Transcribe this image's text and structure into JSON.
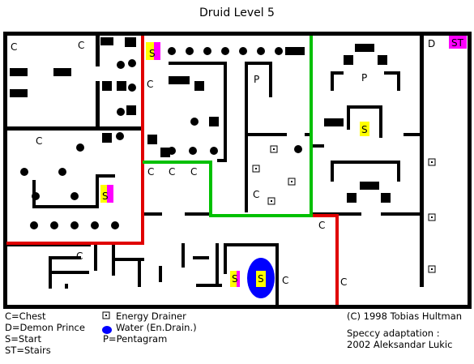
{
  "title": "Druid Level 5",
  "colors": {
    "wall": "#000000",
    "red_wall": "#e00000",
    "green_wall": "#00c000",
    "start_bg": "#ffff00",
    "stairs_bg": "#ff00ff",
    "water": "#0000ff"
  },
  "map_labels": {
    "chest": "C",
    "demon": "D",
    "start": "S",
    "stairs": "ST",
    "pentagram": "P"
  },
  "legend": {
    "left": [
      "C=Chest",
      "D=Demon Prince",
      "S=Start",
      "ST=Stairs"
    ],
    "middle": [
      "Energy Drainer",
      "Water (En.Drain.)",
      "P=Pentagram"
    ],
    "credits": [
      "(C) 1998 Tobias Hultman",
      "Speccy adaptation :",
      "2002  Aleksandar Lukic"
    ]
  },
  "icons": {
    "energy_drainer": "energy-drainer-icon",
    "water": "water-icon"
  }
}
